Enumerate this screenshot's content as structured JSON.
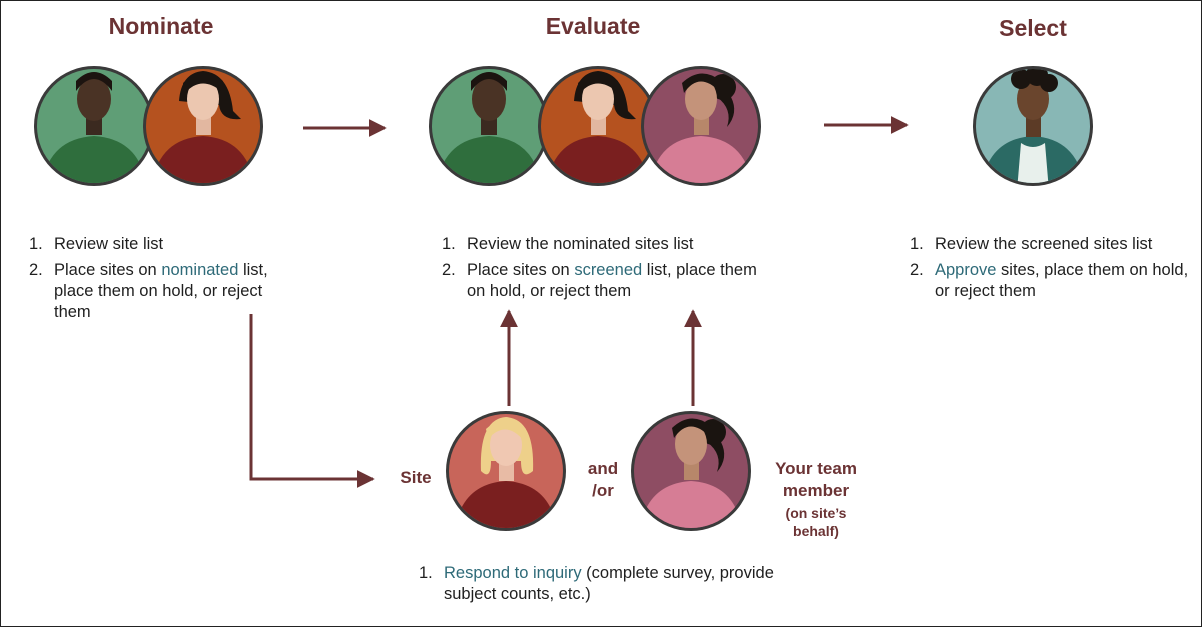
{
  "stages": {
    "nominate": {
      "title": "Nominate",
      "steps": [
        {
          "num": "1.",
          "text": "Review site list"
        },
        {
          "num": "2.",
          "pre": "Place sites on ",
          "link": "nominated",
          "post": " list, place them on hold, or reject them"
        }
      ]
    },
    "evaluate": {
      "title": "Evaluate",
      "steps": [
        {
          "num": "1.",
          "text": "Review the nominated sites list"
        },
        {
          "num": "2.",
          "pre": "Place sites on ",
          "link": "screened",
          "post": " list, place them on hold, or reject them"
        }
      ]
    },
    "select": {
      "title": "Select",
      "steps": [
        {
          "num": "1.",
          "text": "Review the screened sites list"
        },
        {
          "num": "2.",
          "link": "Approve",
          "post": " sites, place them on hold, or reject them"
        }
      ]
    }
  },
  "inquiry": {
    "site_label": "Site",
    "connector": "and /or",
    "member_label": "Your team member",
    "member_note": "(on site’s behalf)",
    "steps": [
      {
        "num": "1.",
        "link": "Respond to inquiry",
        "post": " (complete survey, provide subject counts, etc.)"
      }
    ]
  },
  "colors": {
    "heading": "#6b3334",
    "arrow": "#6b3334",
    "link": "#2e6a78",
    "ring": "#3a3a3a",
    "green_bg": "#5f9e76",
    "orange_bg": "#b5521f",
    "mauve_bg": "#8e4d63",
    "teal_bg": "#88b7b5",
    "salmon_bg": "#c8655a"
  },
  "icons": {
    "person_a": "green-person-icon",
    "person_b": "orange-person-icon",
    "person_c": "mauve-person-icon",
    "person_d": "teal-person-icon",
    "person_e": "blonde-person-icon"
  }
}
